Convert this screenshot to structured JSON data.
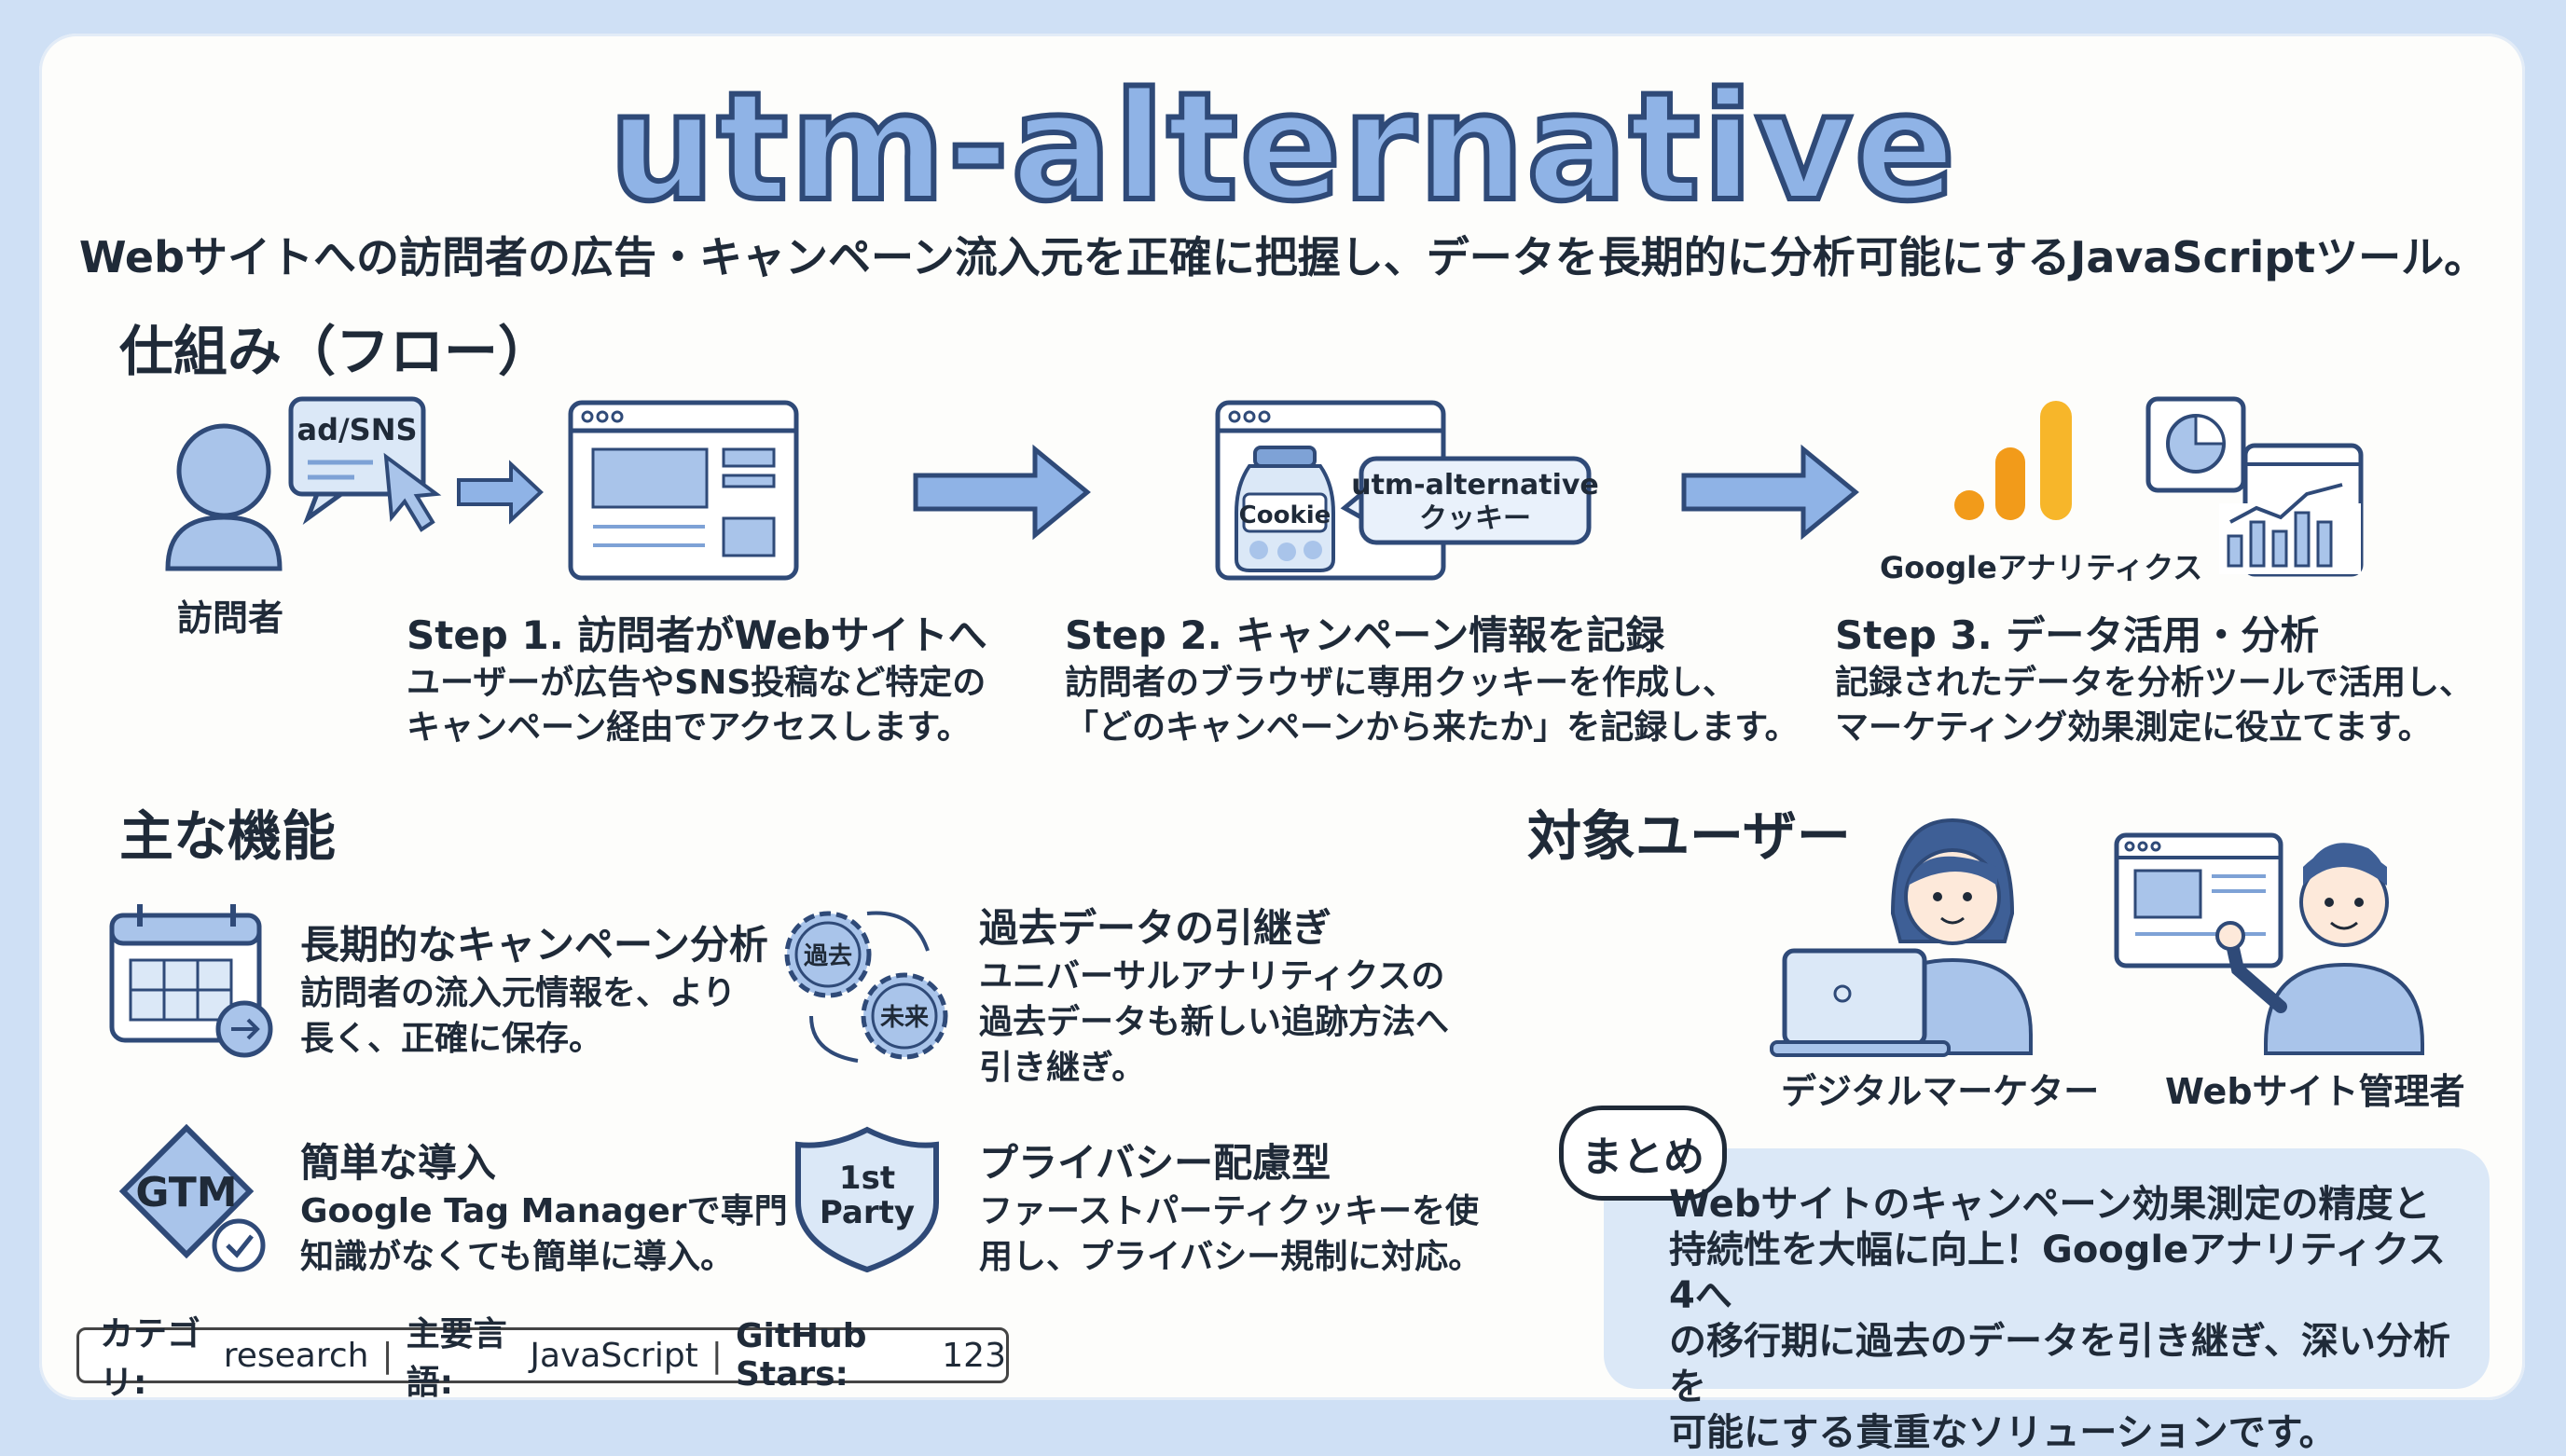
{
  "title": "utm-alternative",
  "subtitle": "Webサイトへの訪問者の広告・キャンペーン流入元を正確に把握し、データを長期的に分析可能にするJavaScriptツール。",
  "flow": {
    "heading": "仕組み（フロー）",
    "visitor_label": "訪問者",
    "ad_bubble": "ad/SNS",
    "cookie_jar_label": "Cookie",
    "cookie_bubble_line1": "utm-alternative",
    "cookie_bubble_line2": "クッキー",
    "ga_label": "Googleアナリティクス",
    "steps": [
      {
        "title": "Step 1. 訪問者がWebサイトへ",
        "desc1": "ユーザーが広告やSNS投稿など特定の",
        "desc2": "キャンペーン経由でアクセスします。"
      },
      {
        "title": "Step 2. キャンペーン情報を記録",
        "desc1": "訪問者のブラウザに専用クッキーを作成し、",
        "desc2": "「どのキャンペーンから来たか」を記録します。"
      },
      {
        "title": "Step 3. データ活用・分析",
        "desc1": "記録されたデータを分析ツールで活用し、",
        "desc2": "マーケティング効果測定に役立てます。"
      }
    ]
  },
  "features": {
    "heading": "主な機能",
    "items": [
      {
        "title": "長期的なキャンペーン分析",
        "lines": [
          "訪問者の流入元情報を、より",
          "長く、正確に保存。"
        ]
      },
      {
        "title": "過去データの引継ぎ",
        "lines": [
          "ユニバーサルアナリティクスの",
          "過去データも新しい追跡方法へ",
          "引き継ぎ。"
        ]
      },
      {
        "title": "簡単な導入",
        "lines": [
          "Google Tag Managerで専門",
          "知識がなくても簡単に導入。"
        ]
      },
      {
        "title": "プライバシー配慮型",
        "lines": [
          "ファーストパーティクッキーを使",
          "用し、プライバシー規制に対応。"
        ]
      }
    ],
    "gear_past": "過去",
    "gear_future": "未来",
    "gtm_badge": "GTM",
    "shield_line1": "1st",
    "shield_line2": "Party"
  },
  "users": {
    "heading": "対象ユーザー",
    "items": [
      {
        "label": "デジタルマーケター"
      },
      {
        "label": "Webサイト管理者"
      }
    ]
  },
  "summary": {
    "tag": "まとめ",
    "lines": [
      "Webサイトのキャンペーン効果測定の精度と",
      "持続性を大幅に向上！Googleアナリティクス4へ",
      "の移行期に過去のデータを引き継ぎ、深い分析を",
      "可能にする貴重なソリューションです。"
    ]
  },
  "footer": {
    "category_key": "カテゴリ:",
    "category_val": "research",
    "lang_key": "主要言語:",
    "lang_val": "JavaScript",
    "stars_key": "GitHub Stars:",
    "stars_val": "123"
  },
  "colors": {
    "accent_blue": "#8fb3e6",
    "dark_navy": "#2f4a78",
    "highlight": "#bcd3f0",
    "ga_orange": "#f29b1a",
    "ga_yellow": "#f7b62a"
  }
}
